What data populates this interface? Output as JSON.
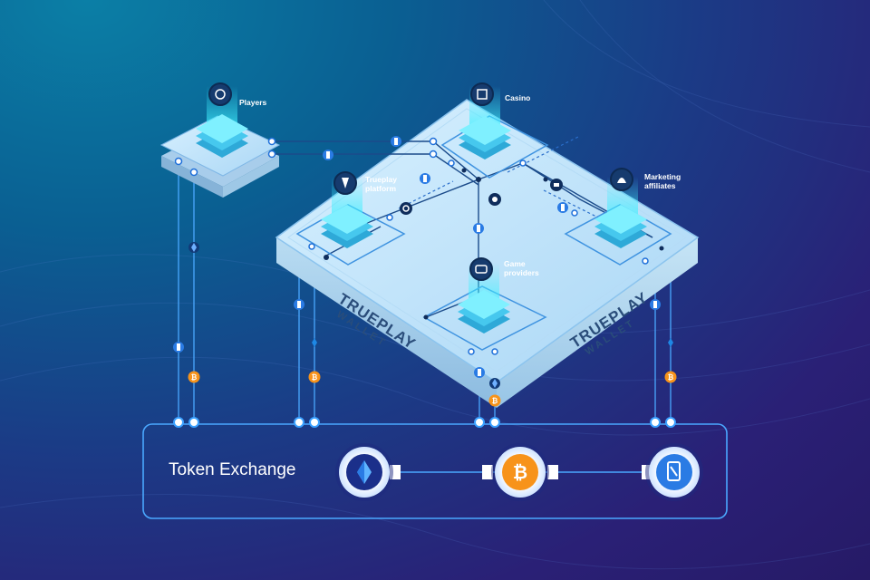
{
  "nodes": {
    "players": "Players",
    "casino": "Casino",
    "trueplay_platform": "Trueplay\nplatform",
    "marketing_affiliates": "Marketing\naffiliates",
    "game_providers": "Game\nproviders"
  },
  "platform": {
    "brand_top": "TRUEPLAY",
    "brand_bottom": "WALLET"
  },
  "exchange": {
    "title": "Token Exchange",
    "tokens": [
      "ethereum-icon",
      "bitcoin-icon",
      "trueplay-token-icon"
    ]
  },
  "colors": {
    "bitcoin": "#f7931a",
    "ethereum": "#1565c0",
    "line": "#4aa8ff",
    "glow": "#35e6ff"
  }
}
